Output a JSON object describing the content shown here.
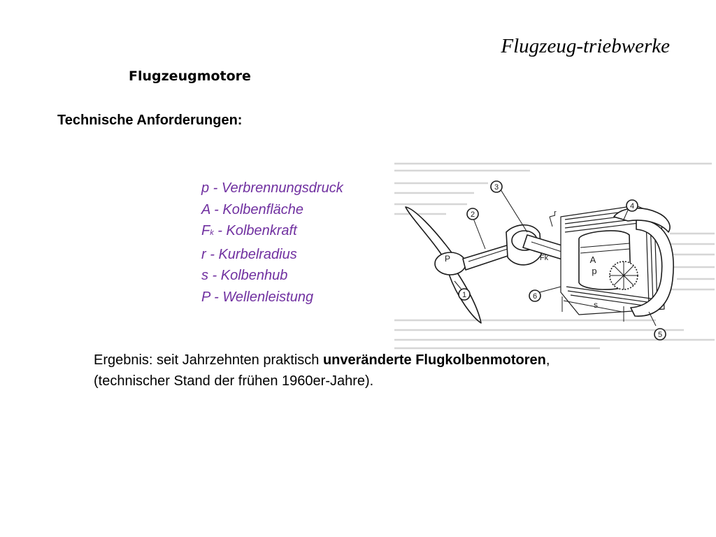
{
  "title": "Flugzeug-triebwerke",
  "section_title": "Flugzeugmotore",
  "subtitle": "Technische Anforderungen:",
  "legend": [
    {
      "symbol": "p",
      "sub": "",
      "text": " - Verbrennungsdruck"
    },
    {
      "symbol": "A",
      "sub": "",
      "text": " - Kolbenfläche"
    },
    {
      "symbol": "F",
      "sub": "k",
      "text": " - Kolbenkraft"
    },
    {
      "symbol": "r",
      "sub": "",
      "text": " - Kurbelradius"
    },
    {
      "symbol": "s",
      "sub": "",
      "text": " - Kolbenhub"
    },
    {
      "symbol": "P",
      "sub": "",
      "text": " - Wellenleistung"
    }
  ],
  "diagram": {
    "labels": {
      "n1": "1",
      "n2": "2",
      "n3": "3",
      "n4": "4",
      "n5": "5",
      "n6": "6",
      "P": "P",
      "A": "A",
      "p": "p",
      "Fk": "Fk",
      "r": "r",
      "s": "s"
    }
  },
  "result": {
    "line1_prefix": "Ergebnis: seit Jahrzehnten praktisch ",
    "line1_bold": "unveränderte Flugkolbenmotoren",
    "line1_suffix": ",",
    "line2": "(technischer Stand der frühen 1960er-Jahre)."
  },
  "colors": {
    "legend_text": "#7030a0"
  }
}
